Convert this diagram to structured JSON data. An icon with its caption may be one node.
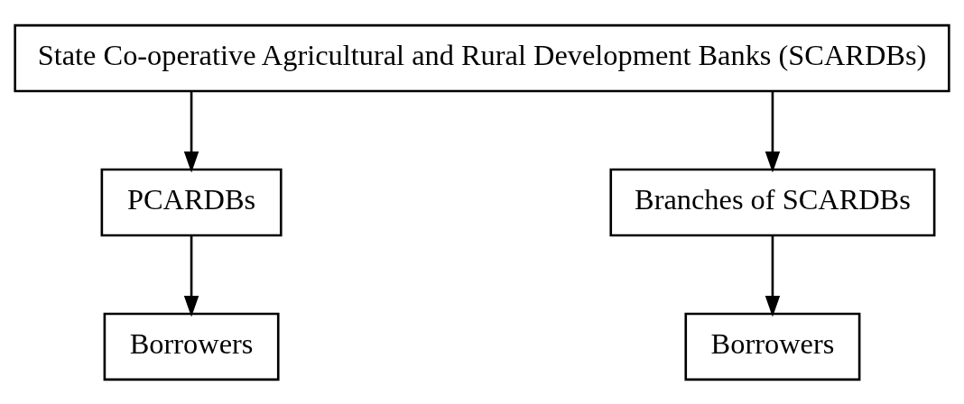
{
  "diagram": {
    "nodes": [
      {
        "text": [
          "State Co-operative Agricultural and Rural Development Banks (SCARDBs)"
        ]
      },
      {
        "text": [
          "PCARDBs"
        ]
      },
      {
        "text": [
          "Branches of SCARDBs"
        ]
      },
      {
        "text": [
          "Borrowers"
        ]
      },
      {
        "text": [
          "Borrowers"
        ]
      }
    ],
    "edges": [
      {
        "from": 0,
        "to": 1,
        "arrow": "to"
      },
      {
        "from": 0,
        "to": 2,
        "arrow": "to"
      },
      {
        "from": 1,
        "to": 3,
        "arrow": "to"
      },
      {
        "from": 2,
        "to": 4,
        "arrow": "to"
      }
    ]
  }
}
